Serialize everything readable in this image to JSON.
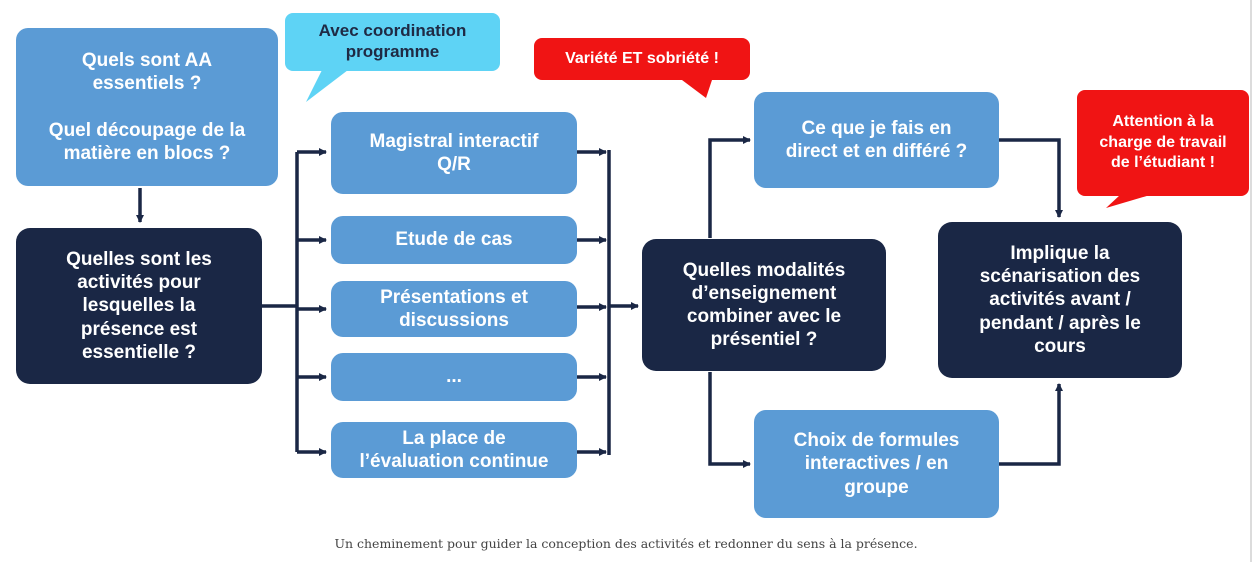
{
  "nodes": {
    "q_aa": "Quels  sont AA\nessentiels ?\n\nQuel découpage de la\nmatière en blocs ?",
    "q_activities": "Quelles sont les\nactivités pour\nlesquelles  la\nprésence est\nessentielle ?",
    "magistral": "Magistral interactif\nQ/R",
    "etude_cas": "Etude de cas",
    "presentations": "Présentations et\ndiscussions",
    "ellipsis": "...",
    "evaluation": "La place de\nl’évaluation continue",
    "modalites": "Quelles modalités\nd’enseignement\ncombiner avec le\nprésentiel ?",
    "direct_differe": "Ce que je fais en\ndirect et en différé ?",
    "formules": "Choix de formules\ninteractives / en\ngroupe",
    "scenarisation": "Implique la\nscénarisation des\nactivités avant  /\npendant / après le\ncours"
  },
  "callouts": {
    "coordination": "Avec coordination\nprogramme",
    "variete": "Variété ET sobriété !",
    "attention": "Attention à la\ncharge de travail\nde l’étudiant !"
  },
  "caption": "Un cheminement pour guider la conception des activités et redonner du sens à la présence.",
  "colors": {
    "light_box": "#5b9bd5",
    "dark_box": "#1a2745",
    "cyan_callout": "#5ed3f5",
    "red_callout": "#f01414",
    "arrow": "#1a2745"
  }
}
